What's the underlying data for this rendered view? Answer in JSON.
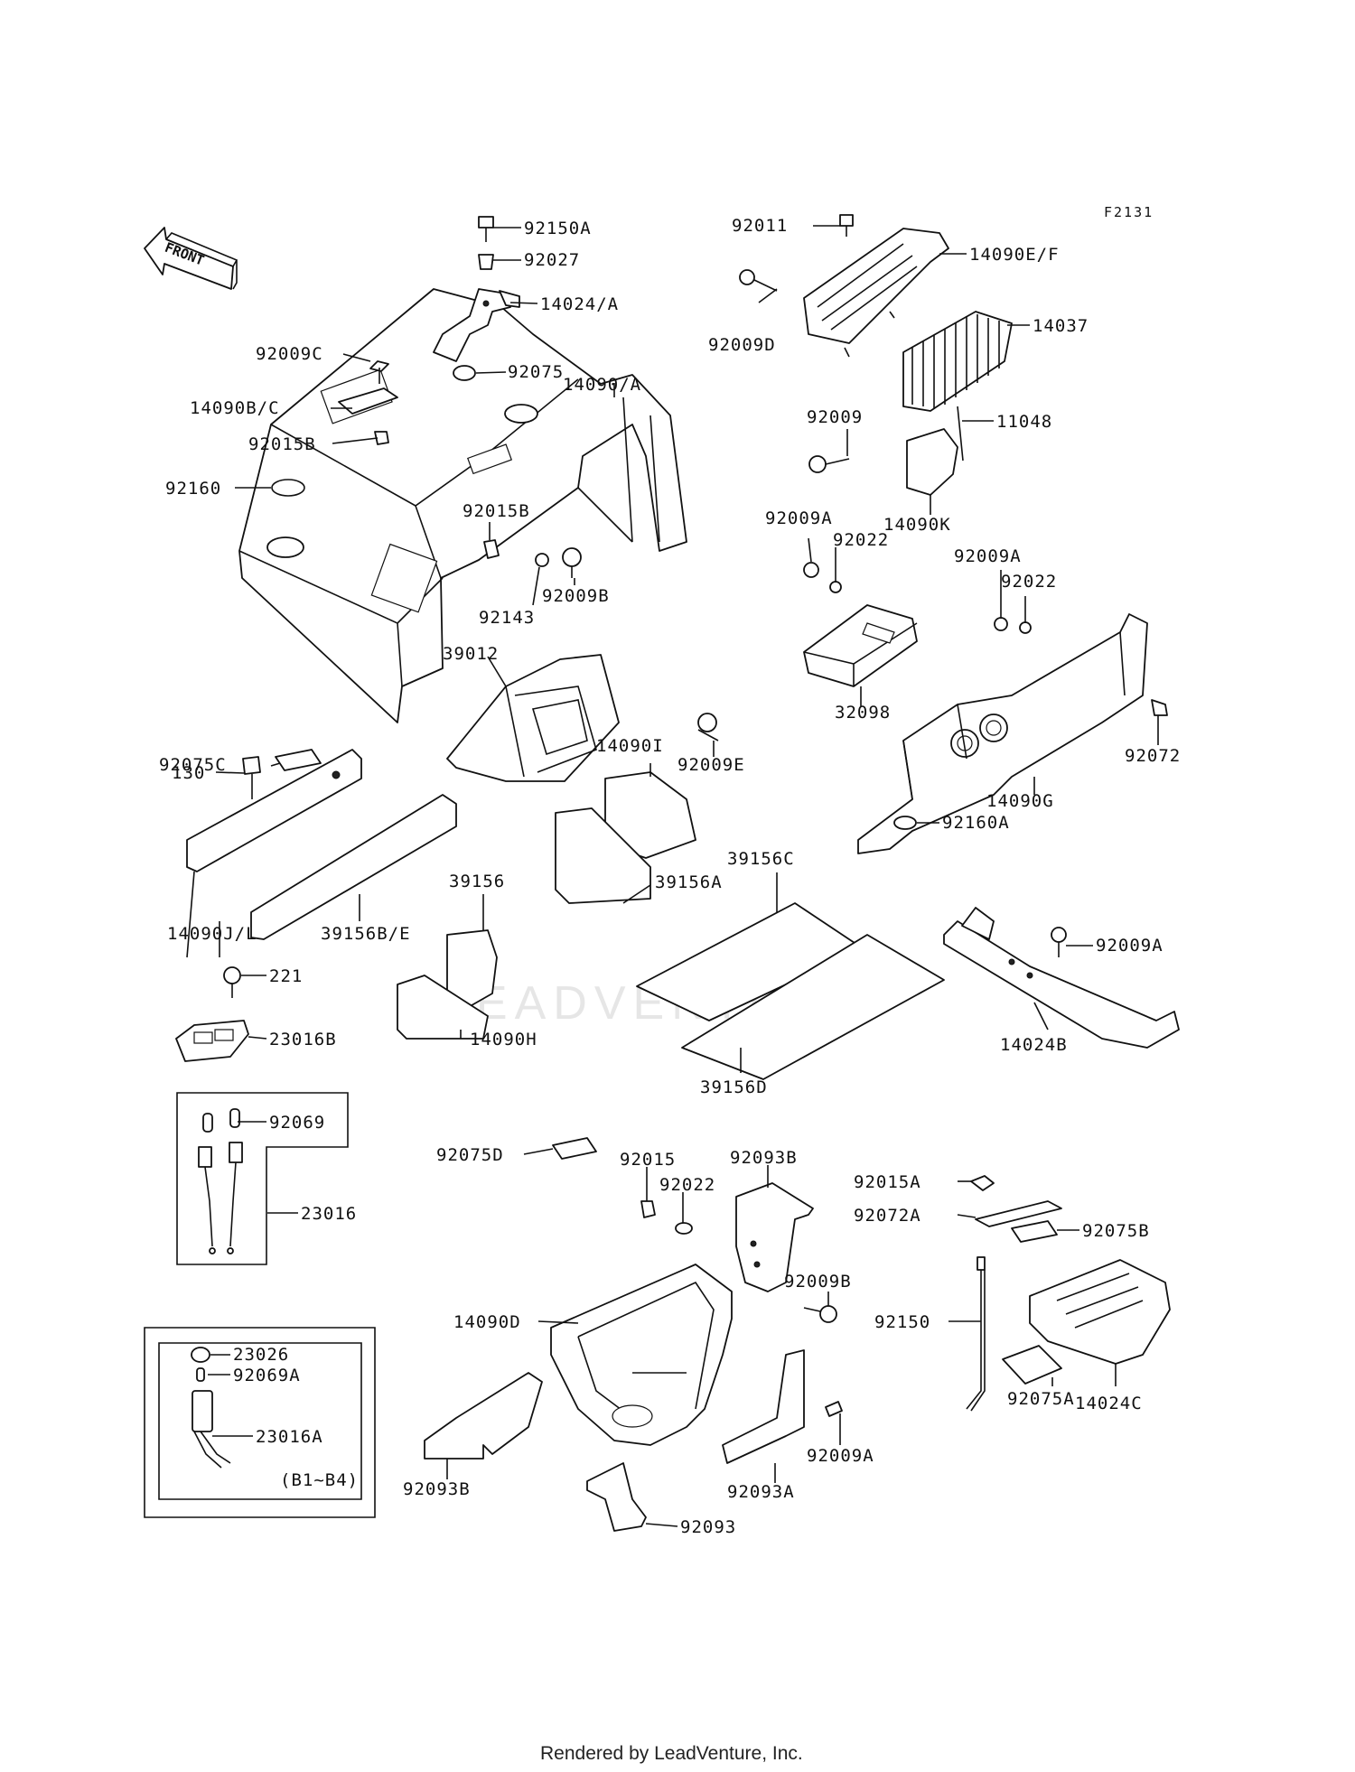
{
  "sheet_code": "F2131",
  "front_label": "FRONT",
  "watermark": "LEADVENTURE",
  "footer": "Rendered by LeadVenture, Inc.",
  "groups": {
    "socket_variant": "(B1~B4)"
  },
  "labels": [
    "92150A",
    "92027",
    "14024/A",
    "92075",
    "14090/A",
    "92009C",
    "14090B/C",
    "92015B",
    "92160",
    "92015B",
    "92143",
    "92009B",
    "92011",
    "14090E/F",
    "92009D",
    "14037",
    "92009",
    "11048",
    "14090K",
    "92009A",
    "92022",
    "92009A",
    "92022",
    "32098",
    "92072",
    "14090G",
    "39012",
    "92075C",
    "130",
    "14090I",
    "92009E",
    "39156C",
    "39156A",
    "39156",
    "14090J/L",
    "39156B/E",
    "92160A",
    "92009A",
    "221",
    "23016B",
    "14090H",
    "14024B",
    "39156D",
    "92069",
    "23016",
    "92015",
    "92093B",
    "92022",
    "92015A",
    "92072A",
    "92075B",
    "92075D",
    "92009B",
    "14090D",
    "92150",
    "14024C",
    "23026",
    "92069A",
    "23016A",
    "92093B",
    "92093A",
    "92009A",
    "92075A",
    "92093"
  ]
}
